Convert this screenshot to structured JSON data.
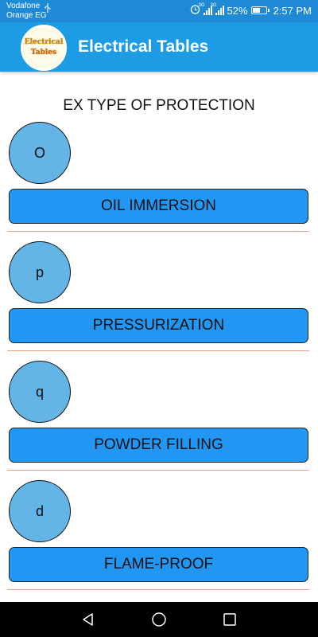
{
  "status_bar": {
    "carrier_line1": "Vodafone",
    "carrier_line2": "Orange EG",
    "usb_icon": "usb-icon",
    "alarm_icon": "alarm-icon",
    "network1_label": "3G",
    "network2_label": "3G",
    "battery_percent": "52%",
    "time": "2:57 PM"
  },
  "app_bar": {
    "logo_line1": "Electrical",
    "logo_line2": "Tables",
    "title": "Electrical Tables"
  },
  "main": {
    "heading": "EX TYPE OF PROTECTION",
    "entries": [
      {
        "code": "O",
        "name": "OIL IMMERSION"
      },
      {
        "code": "p",
        "name": "PRESSURIZATION"
      },
      {
        "code": "q",
        "name": "POWDER FILLING"
      },
      {
        "code": "d",
        "name": "FLAME-PROOF"
      }
    ]
  },
  "nav_bar": {
    "icons": [
      "back-icon",
      "home-icon",
      "recents-icon"
    ]
  },
  "colors": {
    "status_bar": "#1e8ad6",
    "app_bar": "#1e9be5",
    "circle_fill": "#64b4e6",
    "button_fill": "#2196f3",
    "divider": "#e3a48a"
  }
}
